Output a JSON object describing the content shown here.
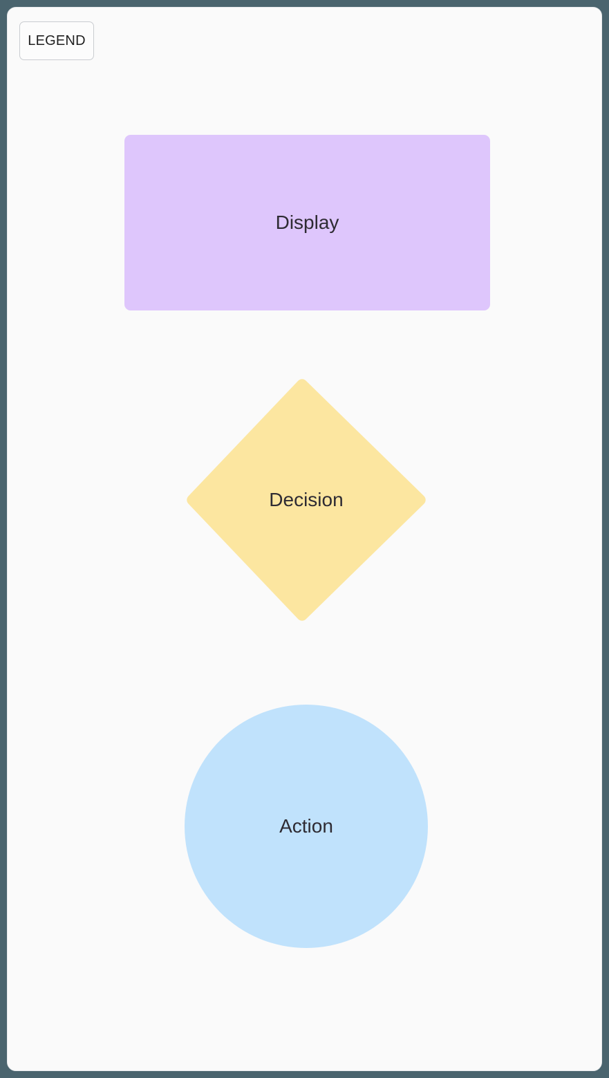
{
  "app": {
    "background_color": "#4a646e",
    "canvas_color": "#fafafa",
    "canvas_border_color": "#e8eaec"
  },
  "legend": {
    "badge_label": "LEGEND",
    "badge_background": "#fcfcfc",
    "badge_border_color": "#c9ccd0",
    "badge_text_color": "#1f1f1f"
  },
  "diagram": {
    "type": "flowchart-legend",
    "label_color": "#2e2b33",
    "nodes": [
      {
        "id": "display",
        "label": "Display",
        "shape": "rectangle",
        "fill": "#dec6fc",
        "icon_name": "rectangle-shape-icon"
      },
      {
        "id": "decision",
        "label": "Decision",
        "shape": "diamond",
        "fill": "#fce6a0",
        "icon_name": "diamond-shape-icon"
      },
      {
        "id": "action",
        "label": "Action",
        "shape": "circle",
        "fill": "#c0e2fc",
        "icon_name": "circle-shape-icon"
      }
    ]
  }
}
